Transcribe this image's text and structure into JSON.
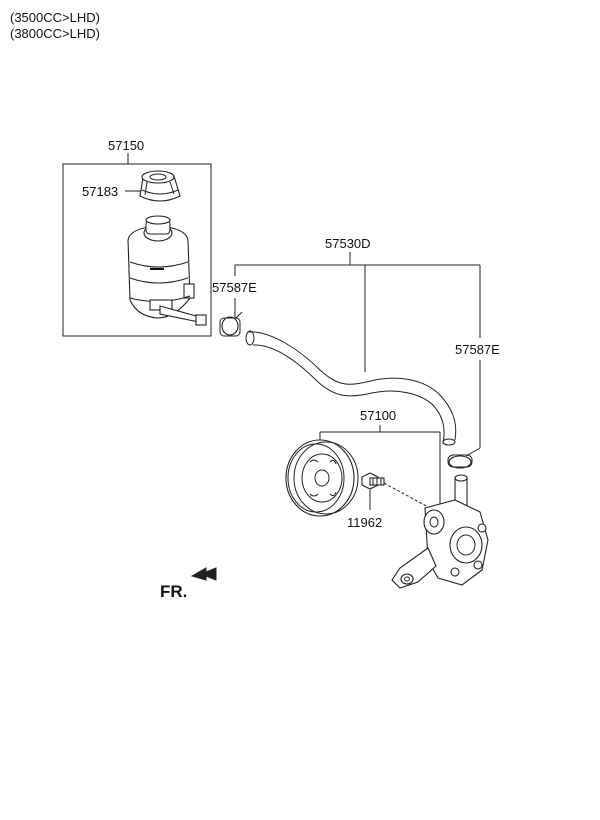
{
  "header": {
    "line1": "(3500CC>LHD)",
    "line2": "(3800CC>LHD)"
  },
  "callouts": {
    "reservoir_assy": "57150",
    "reservoir_cap": "57183",
    "hose": "57530D",
    "clamp_left": "57587E",
    "clamp_right": "57587E",
    "pump": "57100",
    "bolt": "11962"
  },
  "front_marker": "FR."
}
